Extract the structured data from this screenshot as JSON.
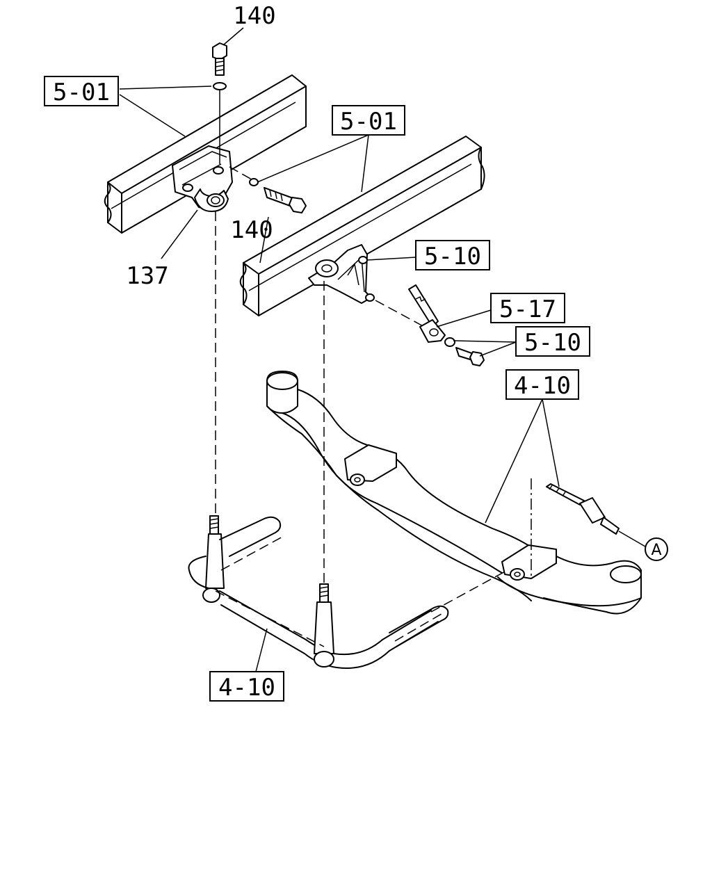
{
  "callouts": {
    "ref_501_left": "5-01",
    "ref_501_right": "5-01",
    "ref_510_upper": "5-10",
    "ref_517": "5-17",
    "ref_510_lower": "5-10",
    "ref_410_right": "4-10",
    "ref_410_bottom": "4-10"
  },
  "part_numbers": {
    "bolt_top": "140",
    "bolt_side": "140",
    "bracket": "137"
  },
  "connector": {
    "label": "A"
  }
}
